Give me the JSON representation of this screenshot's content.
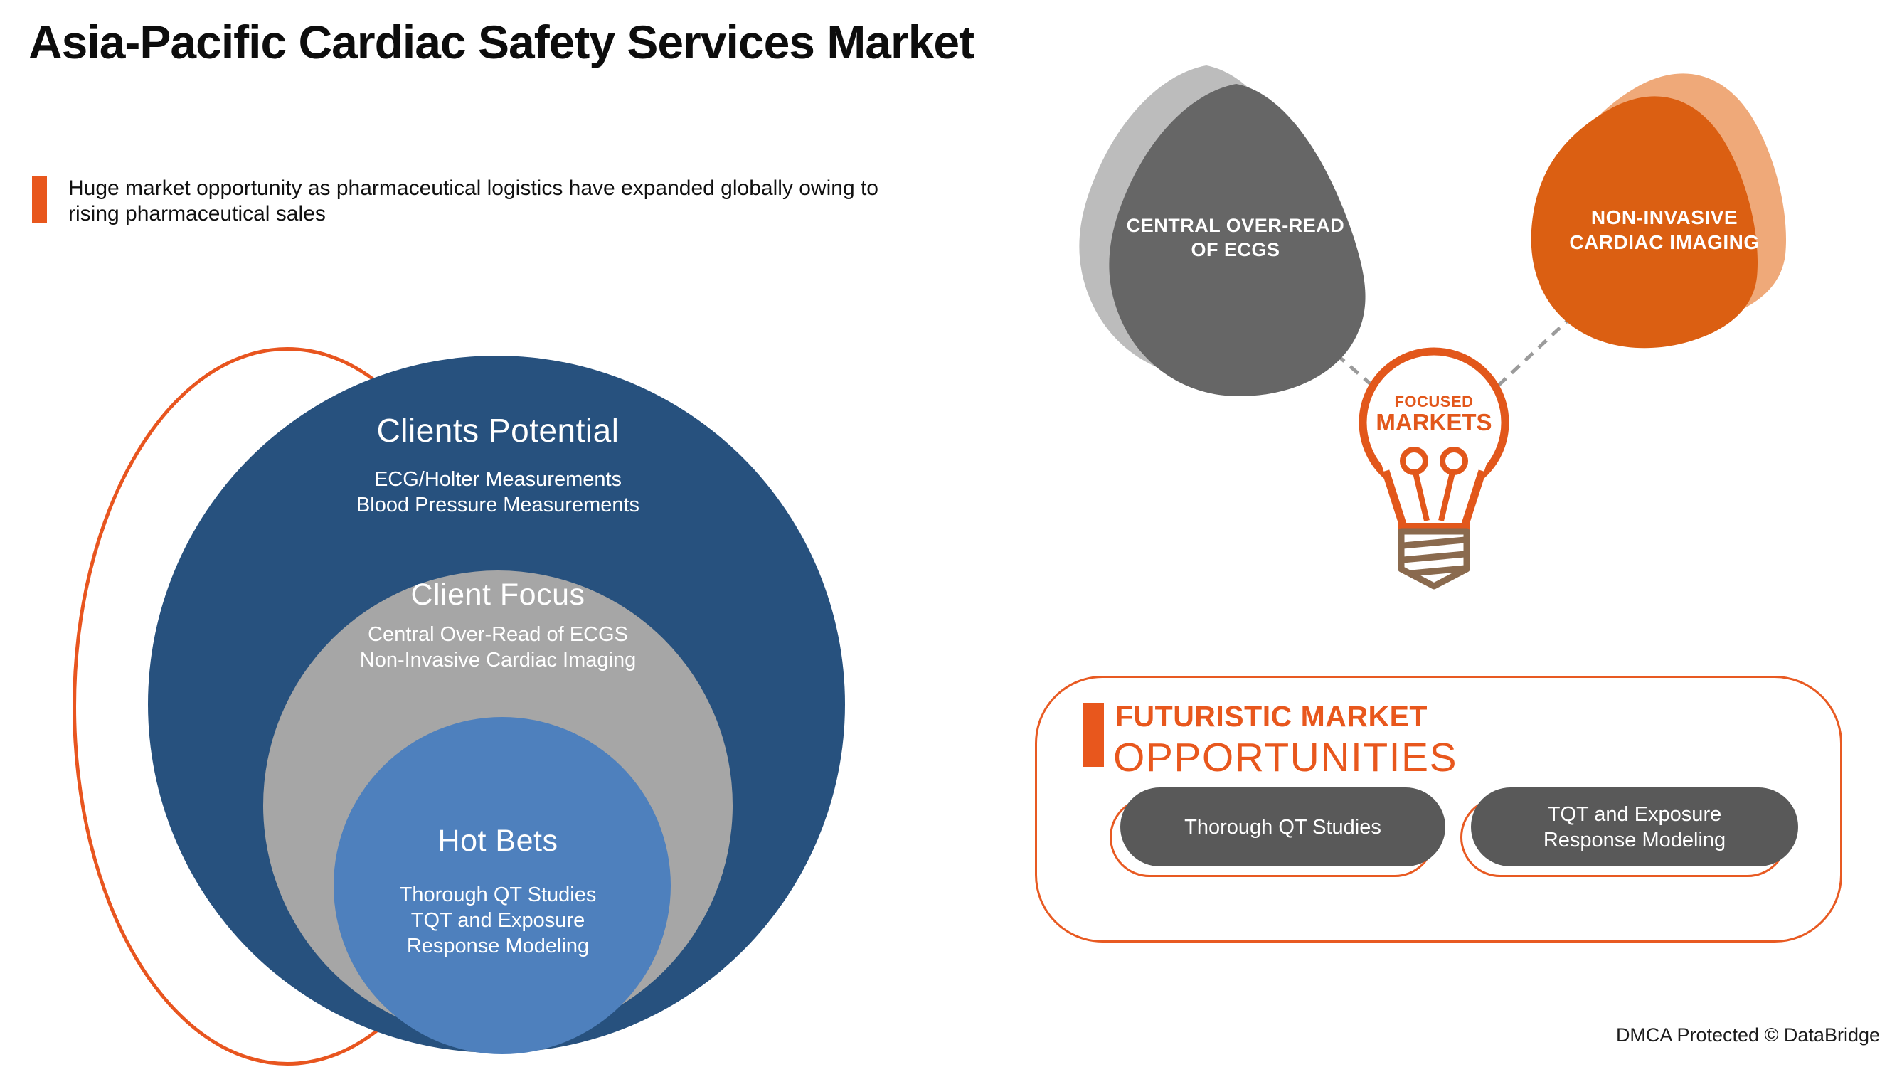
{
  "header": {
    "title": "Asia-Pacific Cardiac Safety Services Market",
    "subtitle": "Huge market opportunity as pharmaceutical logistics have expanded globally owing to rising pharmaceutical sales",
    "bullet_color": "#E8571D"
  },
  "venn": {
    "outline_color": "#E8551F",
    "outer": {
      "title": "Clients Potential",
      "line1": "ECG/Holter Measurements",
      "line2": "Blood Pressure Measurements",
      "color": "#27517E"
    },
    "middle": {
      "title": "Client Focus",
      "line1": "Central Over-Read of ECGS",
      "line2": "Non-Invasive Cardiac Imaging",
      "color": "#A6A6A6"
    },
    "inner": {
      "title": "Hot Bets",
      "line1": "Thorough QT Studies",
      "line2": "TQT and Exposure",
      "line3": "Response Modeling",
      "color": "#4E80BD"
    }
  },
  "focused": {
    "blob_left": {
      "line1": "CENTRAL OVER-READ",
      "line2": "OF ECGS",
      "color": "#666666",
      "shadow_color": "#BCBCBC"
    },
    "blob_right": {
      "line1": "NON-INVASIVE",
      "line2": "CARDIAC IMAGING",
      "color": "#DB5F12",
      "shadow_color": "#EFA979"
    },
    "bulb": {
      "line1": "FOCUSED",
      "line2": "MARKETS",
      "outline_color": "#E2571B",
      "socket_color": "#8A6A4E"
    }
  },
  "panel": {
    "heading_line1": "FUTURISTIC MARKET",
    "heading_line2": "OPPORTUNITIES",
    "pill_color": "#595959",
    "outline_color": "#E85A22",
    "pill1": {
      "line1": "Thorough QT Studies"
    },
    "pill2": {
      "line1": "TQT and Exposure",
      "line2": "Response Modeling"
    }
  },
  "footer": {
    "note": "DMCA Protected © DataBridge"
  }
}
